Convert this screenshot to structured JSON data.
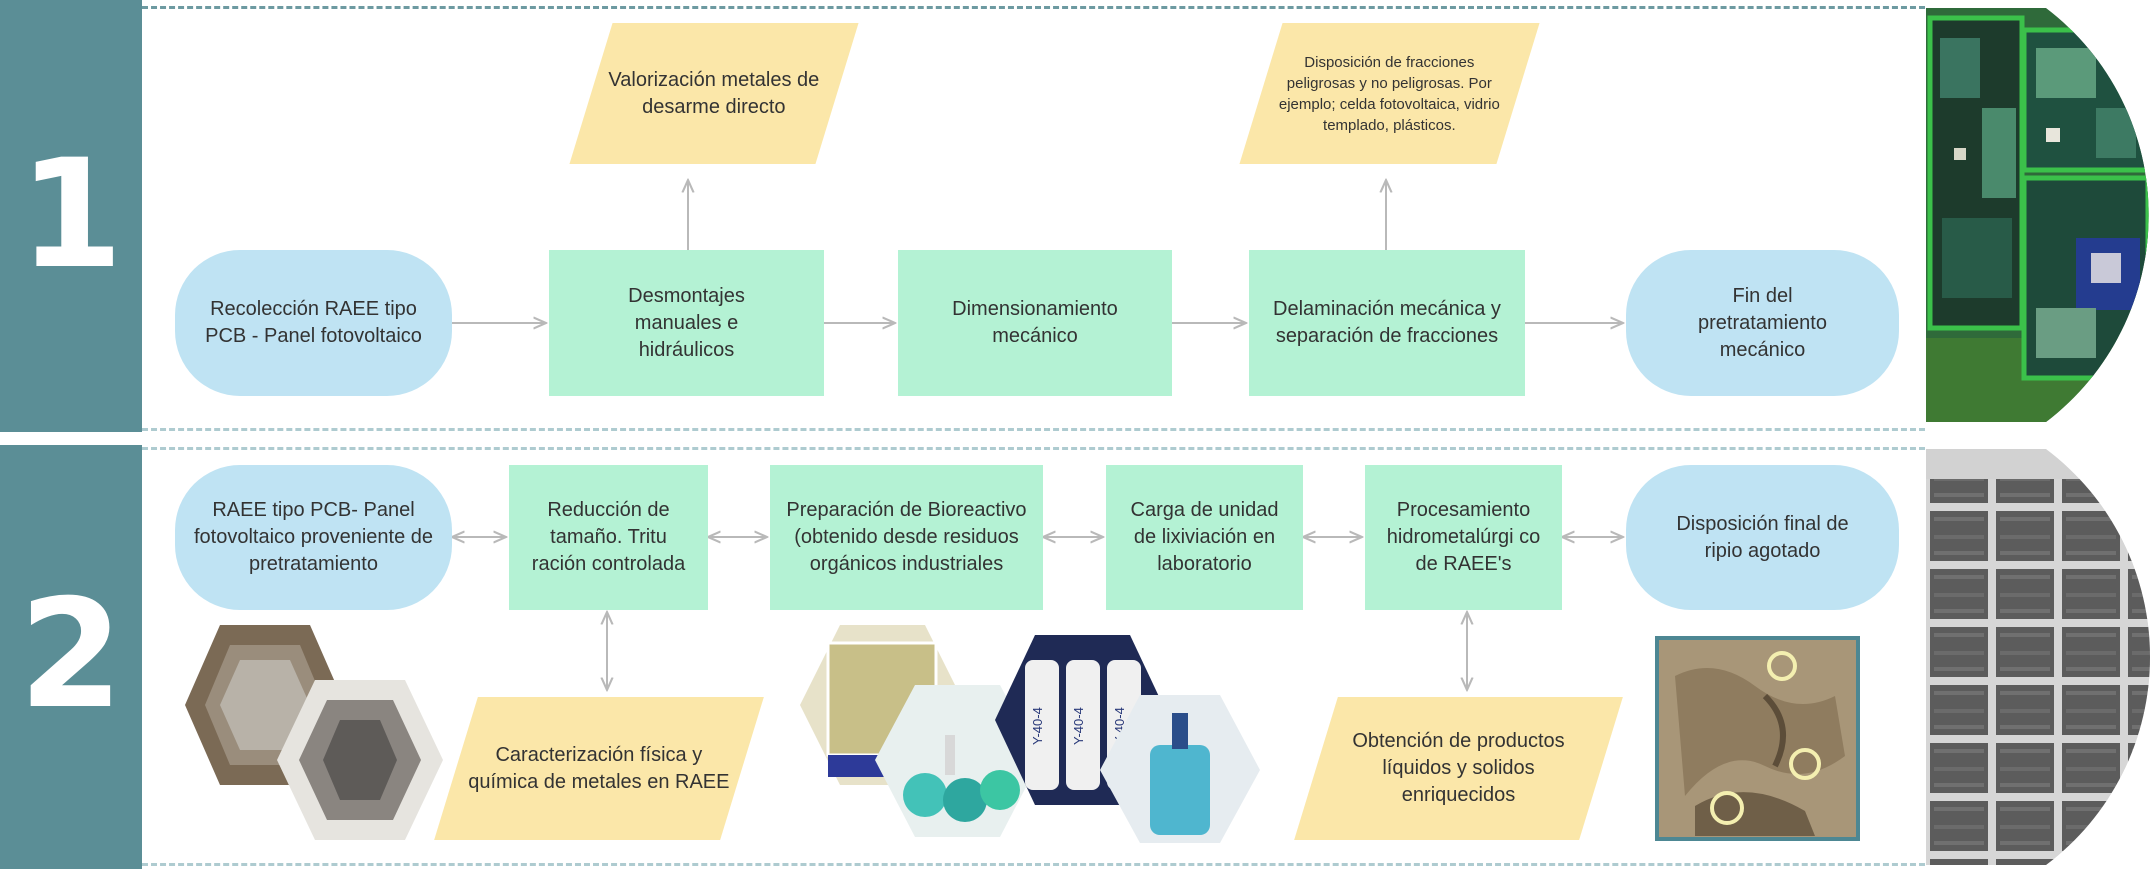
{
  "stage1": {
    "number": "1",
    "nodes": {
      "recoleccion": "Recolección RAEE tipo PCB - Panel fotovoltaico",
      "desmontajes": "Desmontajes manuales e hidráulicos",
      "dimensionamiento": "Dimensionamiento mecánico",
      "delaminacion": "Delaminación mecánica y separación de fracciones",
      "fin": "Fin del pretratamiento mecánico",
      "valorizacion": "Valorización metales de desarme directo",
      "disposicion_fracciones": "Disposición de fracciones peligrosas y no peligrosas. Por ejemplo; celda fotovoltaica, vidrio templado, plásticos."
    }
  },
  "stage2": {
    "number": "2",
    "nodes": {
      "raee": "RAEE tipo PCB- Panel fotovoltaico proveniente de pretratamiento",
      "reduccion": "Reducción de tamaño. Tritu ración controlada",
      "preparacion": "Preparación de Bioreactivo (obtenido desde residuos orgánicos industriales",
      "carga": "Carga de unidad de lixiviación en laboratorio",
      "procesamiento": "Procesamiento hidrometalúrgi co de RAEE's",
      "disposicion_final": "Disposición final de ripio agotado",
      "caracterizacion": "Caracterización física y química de metales en RAEE",
      "obtencion": "Obtención de productos líquidos y solidos enriquecidos"
    },
    "flask_labels": [
      "Y-40-4",
      "Y-40-4",
      "Y-40-4"
    ]
  },
  "colors": {
    "band": "#5b8e96",
    "process": "#b4f2d4",
    "terminal": "#bfe3f3",
    "io": "#fbe7a9",
    "arrow": "#b9b9b9"
  }
}
